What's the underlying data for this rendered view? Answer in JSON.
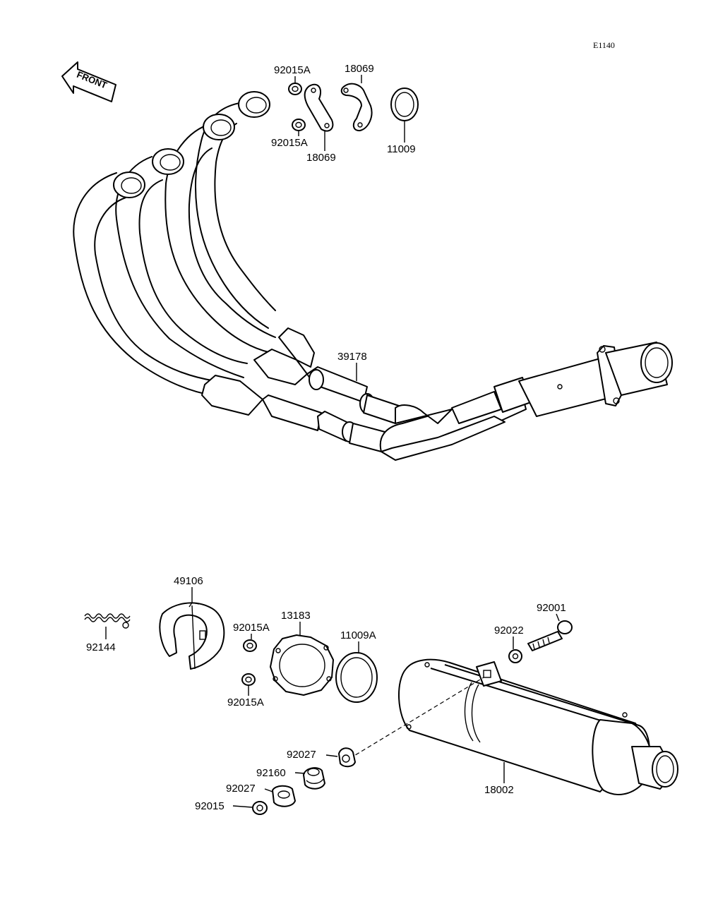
{
  "diagram_code": "E1140",
  "front_label": "FRONT",
  "parts": {
    "p92015A_1": "92015A",
    "p92015A_2": "92015A",
    "p18069_1": "18069",
    "p18069_2": "18069",
    "p11009": "11009",
    "p39178": "39178",
    "p49106": "49106",
    "p92144": "92144",
    "p92015A_3": "92015A",
    "p92015A_4": "92015A",
    "p13183": "13183",
    "p11009A": "11009A",
    "p92001": "92001",
    "p92022": "92022",
    "p92027_1": "92027",
    "p92160": "92160",
    "p92027_2": "92027",
    "p92015": "92015",
    "p18002": "18002"
  }
}
